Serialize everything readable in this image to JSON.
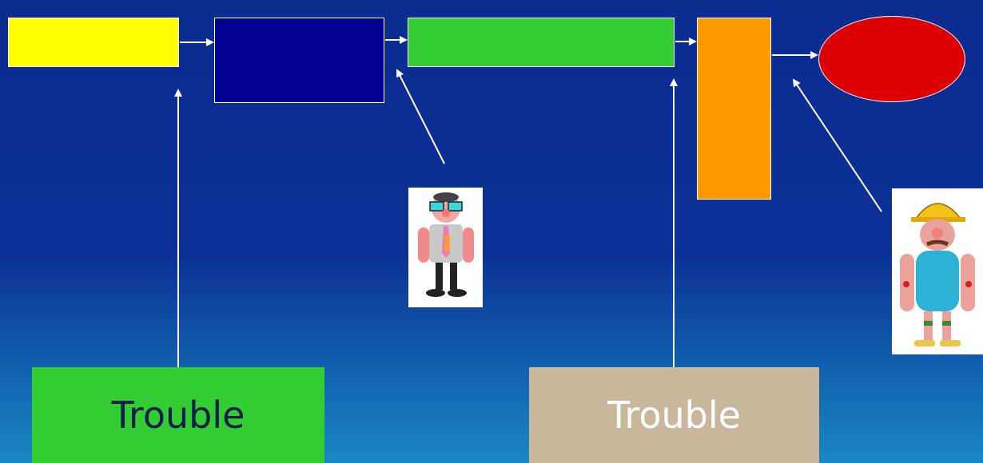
{
  "colors": {
    "background_top": "#0b2b8f",
    "background_bottom": "#1a88c4",
    "step_1": "#ffff00",
    "step_2": "#000090",
    "step_3": "#33cc33",
    "step_4": "#ff9900",
    "end": "#dd0000",
    "trouble_1_bg": "#33cc33",
    "trouble_2_bg": "#c8b79a",
    "trouble_1_text": "#0b1f4a",
    "trouble_2_text": "#ffffff",
    "arrow": "#ffffff"
  },
  "flow": {
    "steps": [
      {
        "shape": "rectangle",
        "fill": "#ffff00"
      },
      {
        "shape": "rectangle",
        "fill": "#000090"
      },
      {
        "shape": "rectangle",
        "fill": "#33cc33"
      },
      {
        "shape": "rectangle",
        "fill": "#ff9900"
      },
      {
        "shape": "ellipse",
        "fill": "#dd0000"
      }
    ]
  },
  "callouts": [
    {
      "label": "Trouble"
    },
    {
      "label": "Trouble"
    }
  ],
  "figures": [
    {
      "icon": "office-worker-icon",
      "description_visible": false
    },
    {
      "icon": "construction-worker-icon",
      "description_visible": false
    }
  ]
}
